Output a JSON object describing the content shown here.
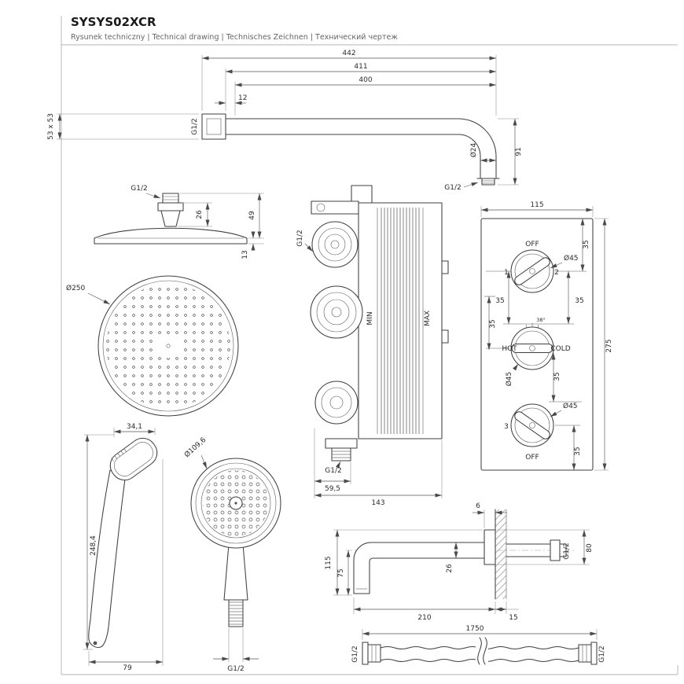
{
  "header": {
    "title": "SYSYS02XCR",
    "subtitle": "Rysunek techniczny | Technical drawing | Technisches Zeichnen | Технический чертеж"
  },
  "shower_arm": {
    "dim_442": "442",
    "dim_411": "411",
    "dim_400": "400",
    "dim_12": "12",
    "flange_size": "53 x 53",
    "flange_thread": "G1/2",
    "dim_d24": "Ø24",
    "dim_91": "91",
    "end_thread": "G1/2"
  },
  "head_side": {
    "thread": "G1/2",
    "dim_26": "26",
    "dim_49": "49",
    "dim_13": "13"
  },
  "head_top": {
    "dim_d250": "Ø250"
  },
  "mixer": {
    "side_thread": "G1/2",
    "min": "MIN",
    "max": "MAX",
    "bottom_thread": "G1/2",
    "dim_59_5": "59,5",
    "dim_143": "143"
  },
  "panel": {
    "dim_115": "115",
    "dim_275": "275",
    "off_top": "OFF",
    "pos_1": "1",
    "pos_2": "2",
    "dia_top": "Ø45",
    "hot": "HOT",
    "cold": "COLD",
    "temp_38": "38°",
    "dia_mid": "Ø45",
    "pos_3": "3",
    "dia_bottom": "Ø45",
    "off_bottom": "OFF",
    "dims_35": [
      "35",
      "35",
      "35",
      "35",
      "35",
      "35"
    ]
  },
  "hand_shower_side": {
    "dim_34_1": "34,1",
    "dim_248_4": "248,4",
    "dim_79": "79"
  },
  "hand_shower_face": {
    "dim_d109_6": "Ø109,6",
    "thread": "G1/2"
  },
  "spout": {
    "dim_6": "6",
    "dim_115": "115",
    "dim_75": "75",
    "dim_26": "26",
    "dim_80": "80",
    "thread": "G1/2",
    "dim_210": "210",
    "dim_15": "15"
  },
  "hose": {
    "dim_1750": "1750",
    "thread_left": "G1/2",
    "thread_right": "G1/2"
  }
}
